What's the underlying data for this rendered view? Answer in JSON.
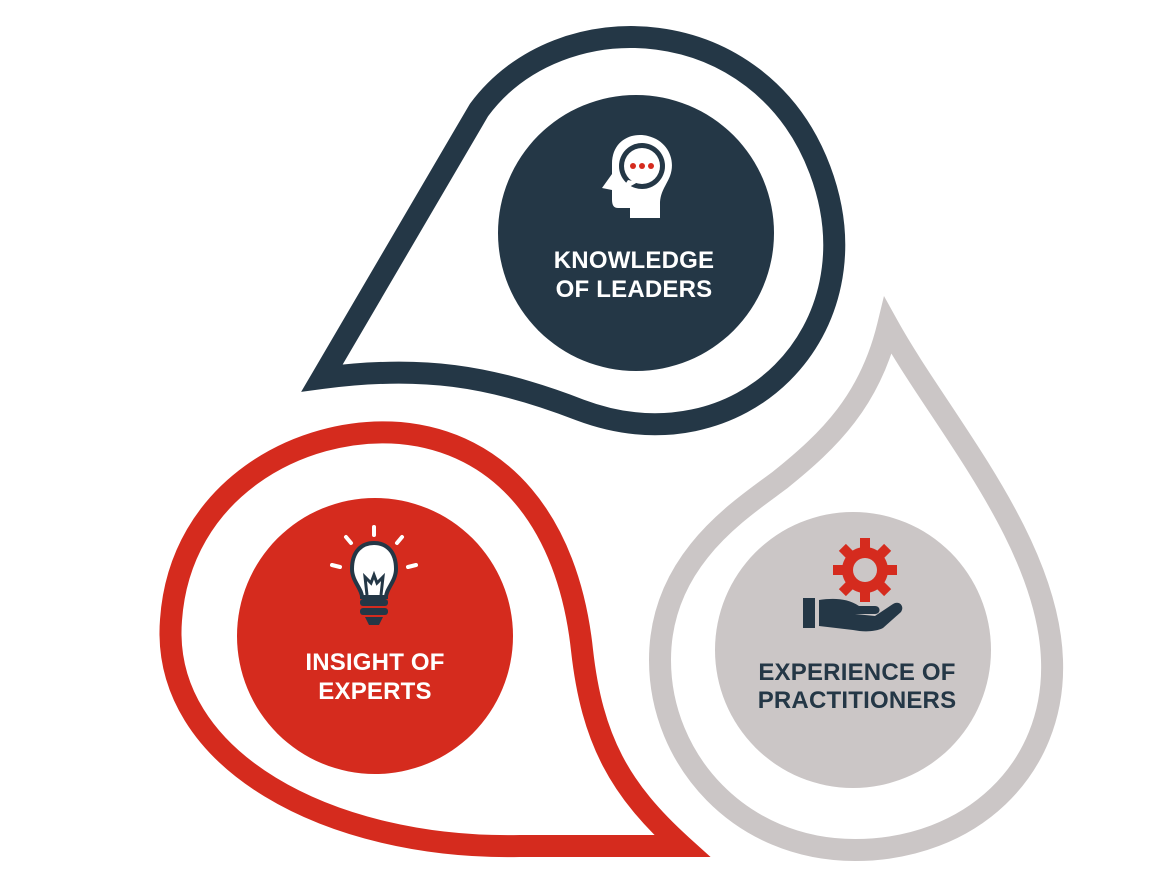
{
  "diagram": {
    "nodes": [
      {
        "id": "leaders",
        "label_line1": "KNOWLEDGE",
        "label_line2": "OF LEADERS",
        "icon": "head-speech-icon",
        "outline_color": "#243746",
        "fill_color": "#243746",
        "text_color": "#ffffff",
        "accent_color": "#d52b1e"
      },
      {
        "id": "experts",
        "label_line1": "INSIGHT OF",
        "label_line2": "EXPERTS",
        "icon": "lightbulb-icon",
        "outline_color": "#d52b1e",
        "fill_color": "#d52b1e",
        "text_color": "#ffffff",
        "accent_color": "#243746"
      },
      {
        "id": "practitioners",
        "label_line1": "EXPERIENCE OF",
        "label_line2": "PRACTITIONERS",
        "icon": "hand-gear-icon",
        "outline_color": "#cbc6c6",
        "fill_color": "#cbc6c6",
        "text_color": "#243746",
        "accent_color": "#d52b1e"
      }
    ]
  }
}
